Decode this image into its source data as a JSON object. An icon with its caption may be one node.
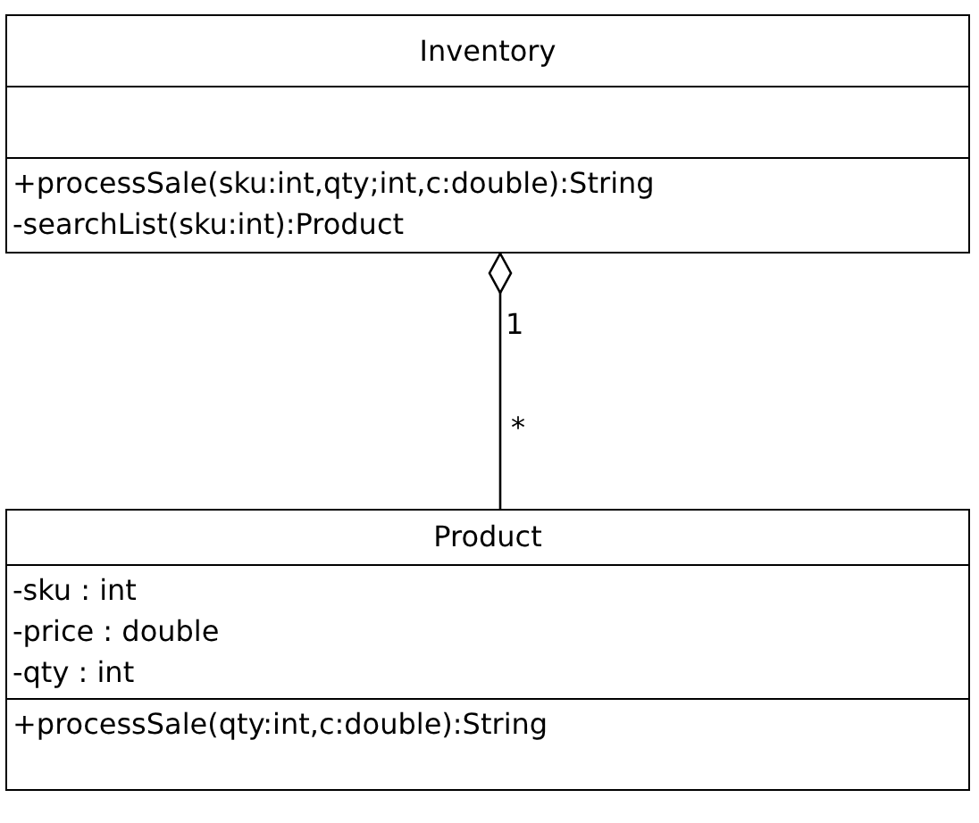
{
  "diagram": {
    "nodes": [
      {
        "text": [
          "Inventory",
          "+processSale(sku:int,qty;int,c:double):String",
          "-searchList(sku:int):Product"
        ]
      },
      {
        "text": [
          "Product",
          "-sku : int",
          "-price : double",
          "-qty : int",
          "+processSale(qty:int,c:double):String"
        ]
      }
    ],
    "edges": [
      {
        "from": 0,
        "to": 1,
        "arrow": "other"
      }
    ],
    "labels": [
      "1",
      "*"
    ]
  }
}
